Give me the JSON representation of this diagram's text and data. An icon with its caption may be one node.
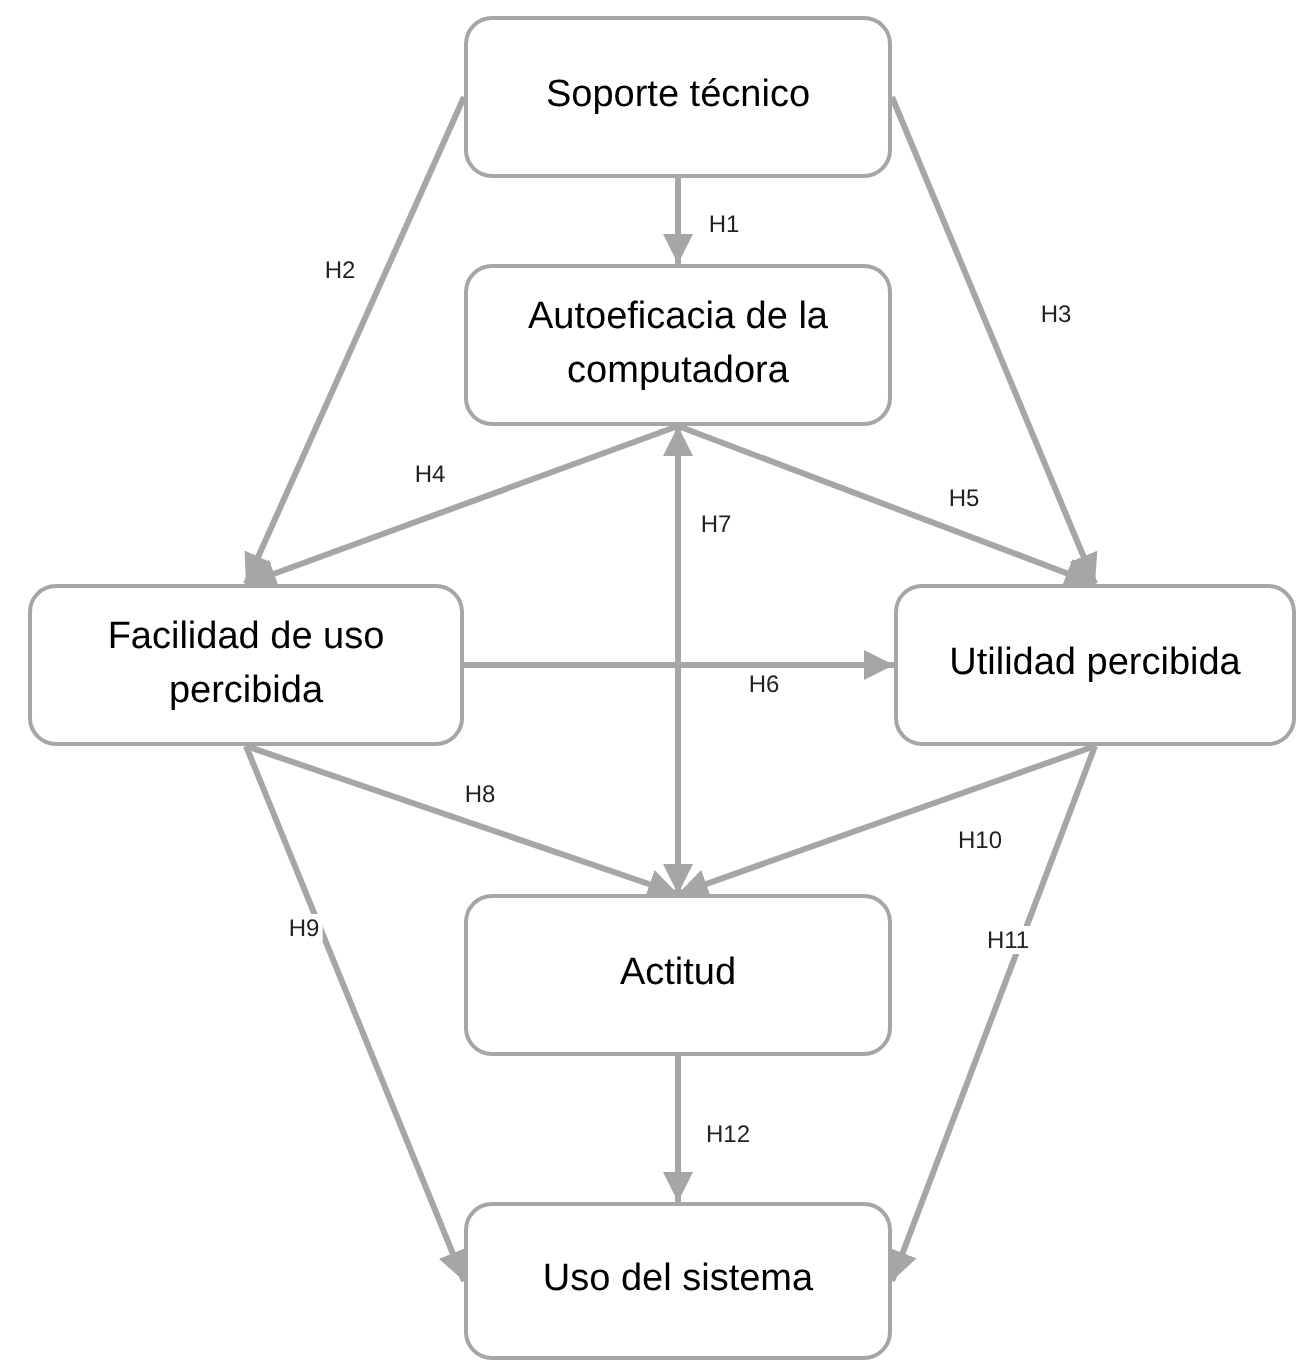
{
  "diagram": {
    "nodes": [
      {
        "text": [
          "Soporte técnico"
        ]
      },
      {
        "text": [
          "Autoeficacia de la computadora"
        ]
      },
      {
        "text": [
          "Facilidad de uso percibida"
        ]
      },
      {
        "text": [
          "Utilidad percibida"
        ]
      },
      {
        "text": [
          "Actitud"
        ]
      },
      {
        "text": [
          "Uso del sistema"
        ]
      }
    ],
    "edges": [
      {
        "from": 0,
        "to": 1,
        "arrow": "to",
        "label": "H1"
      },
      {
        "from": 0,
        "to": 2,
        "arrow": "to",
        "label": "H2"
      },
      {
        "from": 0,
        "to": 3,
        "arrow": "to",
        "label": "H3"
      },
      {
        "from": 1,
        "to": 2,
        "arrow": "to",
        "label": "H4"
      },
      {
        "from": 1,
        "to": 3,
        "arrow": "to",
        "label": "H5"
      },
      {
        "from": 2,
        "to": 3,
        "arrow": "to",
        "label": "H6"
      },
      {
        "from": 1,
        "to": 4,
        "arrow": "both",
        "label": "H7"
      },
      {
        "from": 2,
        "to": 4,
        "arrow": "to",
        "label": "H8"
      },
      {
        "from": 2,
        "to": 5,
        "arrow": "to",
        "label": "H9"
      },
      {
        "from": 3,
        "to": 4,
        "arrow": "to",
        "label": "H10"
      },
      {
        "from": 3,
        "to": 5,
        "arrow": "to",
        "label": "H11"
      },
      {
        "from": 4,
        "to": 5,
        "arrow": "to",
        "label": "H12"
      }
    ]
  }
}
